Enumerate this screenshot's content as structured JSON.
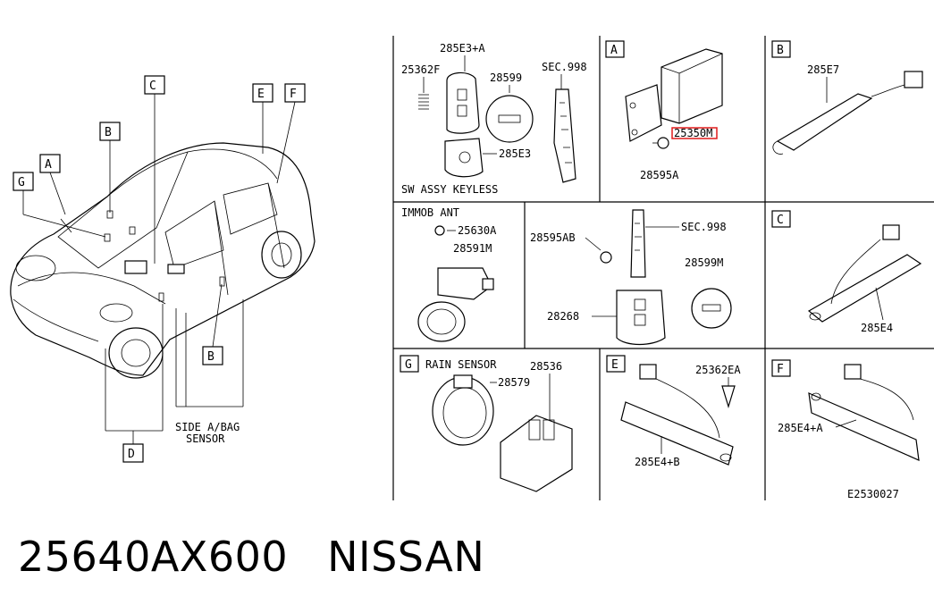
{
  "caption": {
    "part_number": "25640AX600",
    "brand": "NISSAN"
  },
  "diagram_code": "E2530027",
  "car_view": {
    "callouts": [
      "A",
      "B",
      "C",
      "E",
      "F",
      "G",
      "B",
      "D"
    ],
    "side_airbag_sensor_line1": "SIDE A/BAG",
    "side_airbag_sensor_line2": "SENSOR"
  },
  "panels": {
    "keyless": {
      "title": "SW ASSY KEYLESS",
      "labels": [
        "285E3+A",
        "25362F",
        "28599",
        "SEC.998",
        "285E3"
      ]
    },
    "panel_a": {
      "letter": "A",
      "labels": [
        "25350M",
        "28595A"
      ]
    },
    "panel_b": {
      "letter": "B",
      "labels": [
        "285E7"
      ]
    },
    "immob": {
      "title": "IMMOB ANT",
      "labels": [
        "25630A",
        "28591M"
      ]
    },
    "key": {
      "labels": [
        "28595AB",
        "SEC.998",
        "28599M",
        "28268"
      ]
    },
    "panel_c": {
      "letter": "C",
      "labels": [
        "285E4"
      ]
    },
    "panel_g": {
      "letter": "G",
      "title": "RAIN SENSOR",
      "labels": [
        "28536",
        "28579"
      ]
    },
    "panel_e": {
      "letter": "E",
      "labels": [
        "25362EA",
        "285E4+B"
      ]
    },
    "panel_f": {
      "letter": "F",
      "labels": [
        "285E4+A"
      ]
    }
  }
}
